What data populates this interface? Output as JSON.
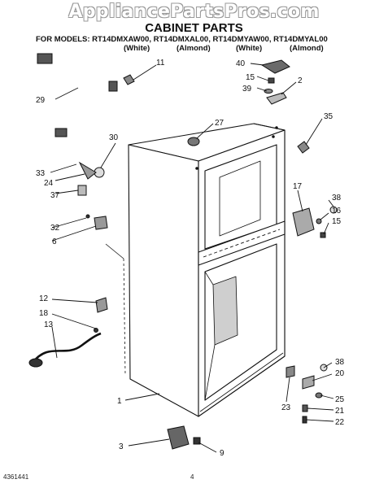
{
  "watermark": "AppliancePartsPros.com",
  "title": "CABINET PARTS",
  "models_line": "FOR MODELS: RT14DMXAW00, RT14DMXAL00, RT14DMYAW00, RT14DMYAL00",
  "color_labels": [
    "(White)",
    "(Almond)",
    "(White)",
    "(Almond)"
  ],
  "footer_left": "4361441",
  "footer_page": "4",
  "callouts": [
    "11",
    "40",
    "15",
    "2",
    "39",
    "27",
    "29",
    "35",
    "30",
    "33",
    "24",
    "37",
    "17",
    "38",
    "16",
    "15",
    "32",
    "6",
    "12",
    "18",
    "13",
    "38",
    "20",
    "1",
    "23",
    "25",
    "21",
    "22",
    "3",
    "9"
  ]
}
